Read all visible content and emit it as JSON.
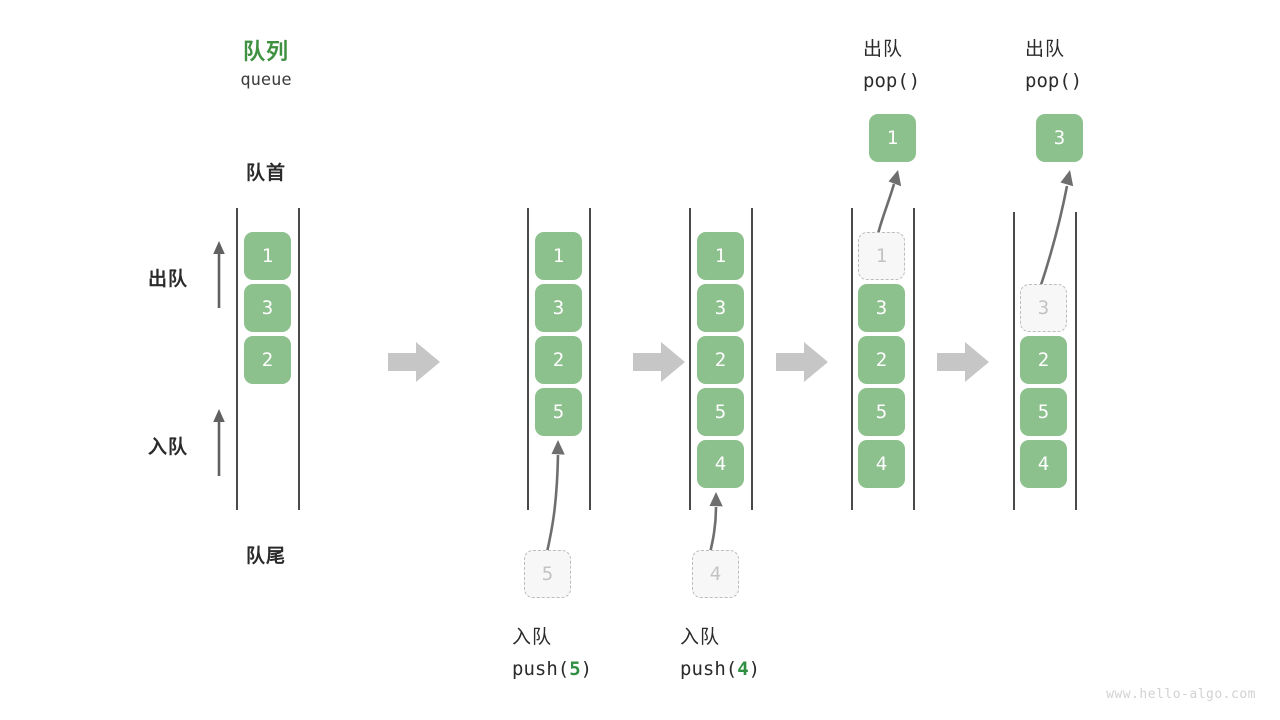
{
  "page": {
    "watermark": "www.hello-algo.com",
    "colors": {
      "element_green": "#8cc08c",
      "title_green": "#3f9141",
      "accent_green": "#2f8f43",
      "rail_gray": "#4a4a4a",
      "ghost_fill": "#f7f7f7",
      "ghost_border": "#bdbdbd",
      "transition_arrow": "#c6c6c6",
      "text_dark": "#2b2b2b",
      "watermark_gray": "#d2d2d2"
    }
  },
  "header": {
    "title_cn": "队列",
    "title_en": "queue"
  },
  "annotations": {
    "front_label": "队首",
    "rear_label": "队尾",
    "dequeue_label": "出队",
    "enqueue_label": "入队"
  },
  "stages": [
    {
      "id": "initial",
      "items": [
        "1",
        "3",
        "2"
      ],
      "ghost": null,
      "popped": null,
      "caption_cn": null,
      "caption_code": null
    },
    {
      "id": "push-5",
      "items": [
        "1",
        "3",
        "2",
        "5"
      ],
      "ghost": {
        "value": "5",
        "position": "below-queue"
      },
      "popped": null,
      "caption_cn": "入队",
      "caption_code": "push(5)",
      "caption_code_prefix": "push(",
      "caption_code_num": "5",
      "caption_code_suffix": ")"
    },
    {
      "id": "push-4",
      "items": [
        "1",
        "3",
        "2",
        "5",
        "4"
      ],
      "ghost": {
        "value": "4",
        "position": "below-queue"
      },
      "popped": null,
      "caption_cn": "入队",
      "caption_code": "push(4)",
      "caption_code_prefix": "push(",
      "caption_code_num": "4",
      "caption_code_suffix": ")"
    },
    {
      "id": "pop-1",
      "items": [
        "3",
        "2",
        "5",
        "4"
      ],
      "ghost": {
        "value": "1",
        "position": "queue-front"
      },
      "popped": {
        "value": "1",
        "title_cn": "出队",
        "title_code": "pop()"
      },
      "caption_cn": null,
      "caption_code": null
    },
    {
      "id": "pop-3",
      "items": [
        "2",
        "5",
        "4"
      ],
      "ghost": {
        "value": "3",
        "position": "queue-front"
      },
      "popped": {
        "value": "3",
        "title_cn": "出队",
        "title_code": "pop()"
      },
      "caption_cn": null,
      "caption_code": null
    }
  ],
  "transitions": [
    "arrow-1",
    "arrow-2",
    "arrow-3",
    "arrow-4"
  ]
}
